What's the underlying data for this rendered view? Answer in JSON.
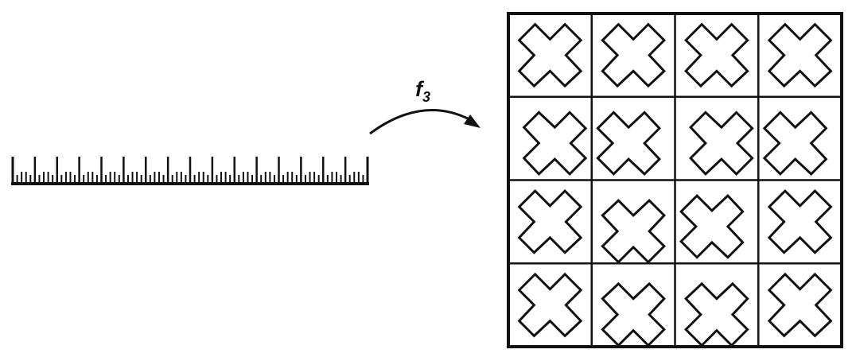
{
  "map_label": {
    "name": "f",
    "subscript": "3"
  },
  "ruler": {
    "major_ticks": 17,
    "minor_ticks_between": 4
  },
  "grid": {
    "rows": 4,
    "cols": 4
  },
  "colors": {
    "ink": "#111111",
    "background": "#ffffff"
  }
}
